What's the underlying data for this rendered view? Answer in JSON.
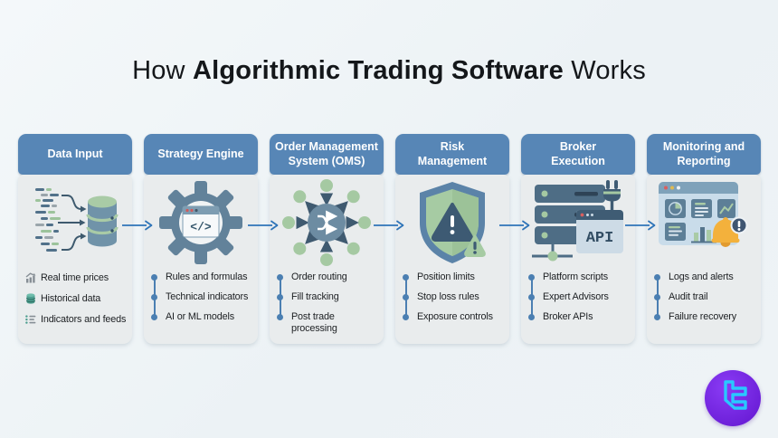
{
  "title": {
    "prefix": "How",
    "bold": "Algorithmic Trading Software",
    "suffix": "Works"
  },
  "cards": [
    {
      "title": "Data Input",
      "icon": "data-stream-to-database",
      "bullets": [
        {
          "icon": "bar-chart",
          "text": "Real time prices"
        },
        {
          "icon": "database",
          "text": "Historical data"
        },
        {
          "icon": "list",
          "text": "Indicators and feeds"
        }
      ]
    },
    {
      "title": "Strategy Engine",
      "icon": "gear-with-code-window",
      "icon_label": "</>",
      "bullets": [
        {
          "text": "Rules and formulas"
        },
        {
          "text": "Technical indicators"
        },
        {
          "text": "AI or ML models"
        }
      ]
    },
    {
      "title": "Order Management System (OMS)",
      "icon": "order-routing-hub",
      "bullets": [
        {
          "text": "Order routing"
        },
        {
          "text": "Fill tracking"
        },
        {
          "text": "Post trade processing"
        }
      ]
    },
    {
      "title": "Risk Management",
      "icon": "shield-warning",
      "bullets": [
        {
          "text": "Position limits"
        },
        {
          "text": "Stop loss rules"
        },
        {
          "text": "Exposure controls"
        }
      ]
    },
    {
      "title": "Broker Execution",
      "icon": "server-api-plug",
      "icon_label": "API",
      "bullets": [
        {
          "text": "Platform scripts"
        },
        {
          "text": "Expert Advisors"
        },
        {
          "text": "Broker APIs"
        }
      ]
    },
    {
      "title": "Monitoring and Reporting",
      "icon": "dashboard-alert-bell",
      "bullets": [
        {
          "text": "Logs and alerts"
        },
        {
          "text": "Audit trail"
        },
        {
          "text": "Failure recovery"
        }
      ]
    }
  ],
  "colors": {
    "background": "#eef3f6",
    "card_header": "#5786b6",
    "card_body": "#e9eced",
    "arrow": "#2e74b8",
    "bullet": "#4b7fb2",
    "text": "#1c1f22",
    "steel_blue": "#5e7f97",
    "slate": "#3f5c74",
    "green": "#a5c9a2",
    "teal": "#4d9e8f",
    "amber": "#f3b13c",
    "logo_purple": "#7c2ce8",
    "logo_cyan": "#29c8ff"
  }
}
